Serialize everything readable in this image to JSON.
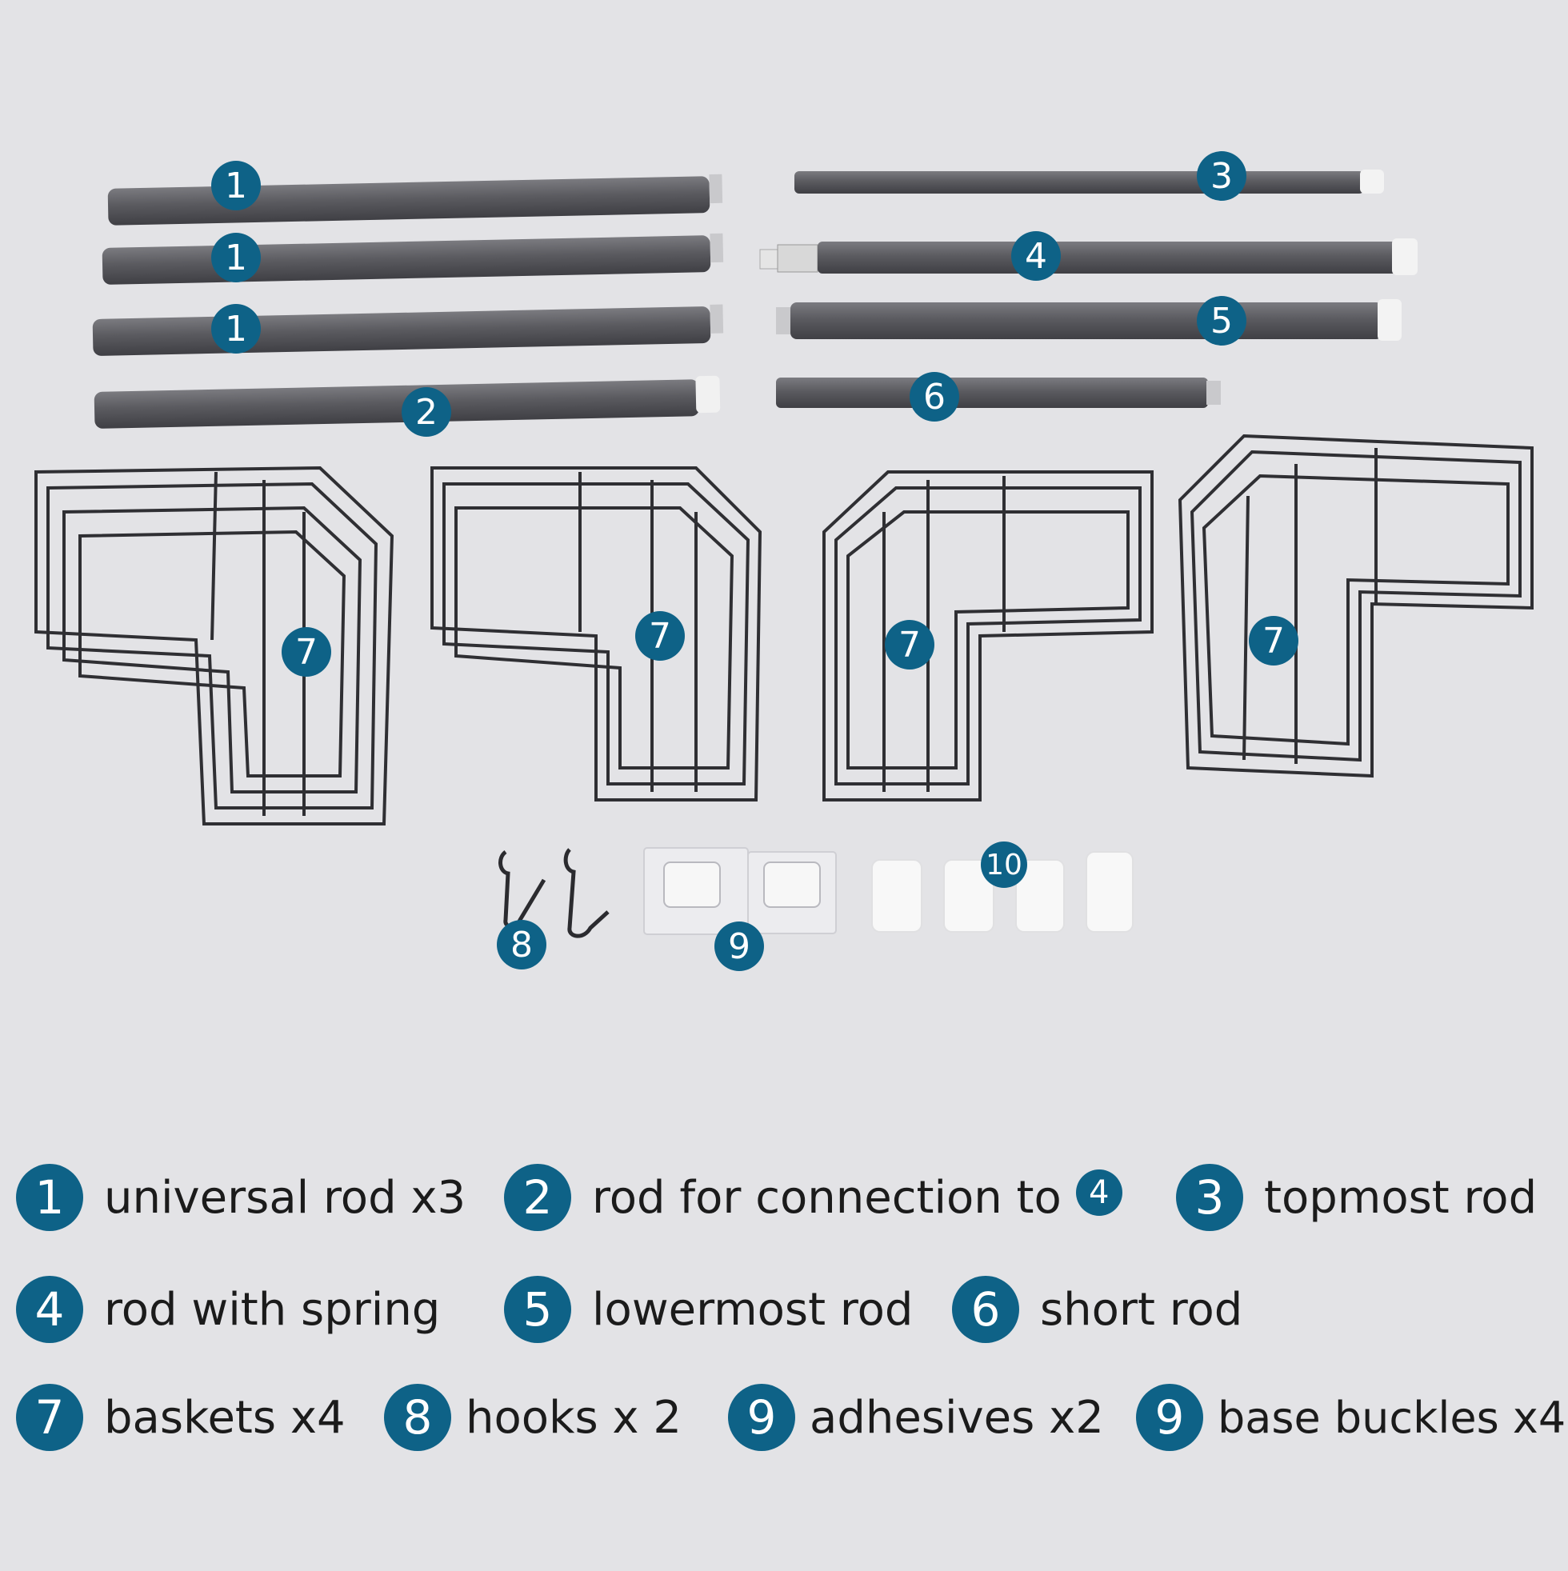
{
  "colors": {
    "badge": "#0e6287",
    "background": "#e3e3e6",
    "rod": "#5a5a5e",
    "wire": "#2f2f33",
    "cap": "#f4f4f4",
    "text": "#1b1b1b"
  },
  "rod_badges": [
    "1",
    "1",
    "1",
    "2",
    "3",
    "4",
    "5",
    "6"
  ],
  "basket_badges": [
    "7",
    "7",
    "7",
    "7"
  ],
  "small_parts_badges": [
    "8",
    "9",
    "10"
  ],
  "legend": [
    {
      "num": "1",
      "text": "universal rod x3"
    },
    {
      "num": "2",
      "text": "rod for connection to",
      "ref": "4"
    },
    {
      "num": "3",
      "text": "topmost rod"
    },
    {
      "num": "4",
      "text": "rod with spring"
    },
    {
      "num": "5",
      "text": "lowermost rod"
    },
    {
      "num": "6",
      "text": "short rod"
    },
    {
      "num": "7",
      "text": "baskets x4"
    },
    {
      "num": "8",
      "text": "hooks x 2"
    },
    {
      "num": "9",
      "text": "adhesives x2"
    },
    {
      "num": "9",
      "text": "base buckles x4"
    }
  ]
}
